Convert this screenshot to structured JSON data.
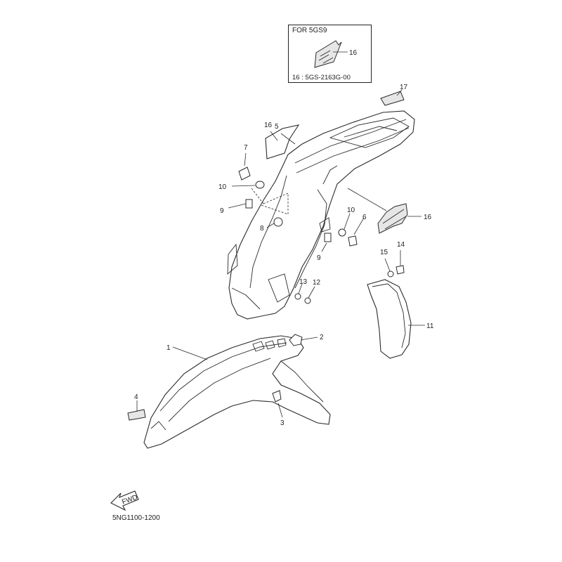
{
  "inset": {
    "title": "FOR 5GS9",
    "callout": "16",
    "part_note": "16 : 5GS-2163G-00"
  },
  "labels": [
    "1",
    "2",
    "3",
    "4",
    "5",
    "6",
    "7",
    "8",
    "9",
    "9",
    "10",
    "10",
    "11",
    "12",
    "13",
    "14",
    "15",
    "16",
    "16",
    "17"
  ],
  "fwd_arrow_text": "FWD",
  "diagram_code": "5NG1100-1200"
}
